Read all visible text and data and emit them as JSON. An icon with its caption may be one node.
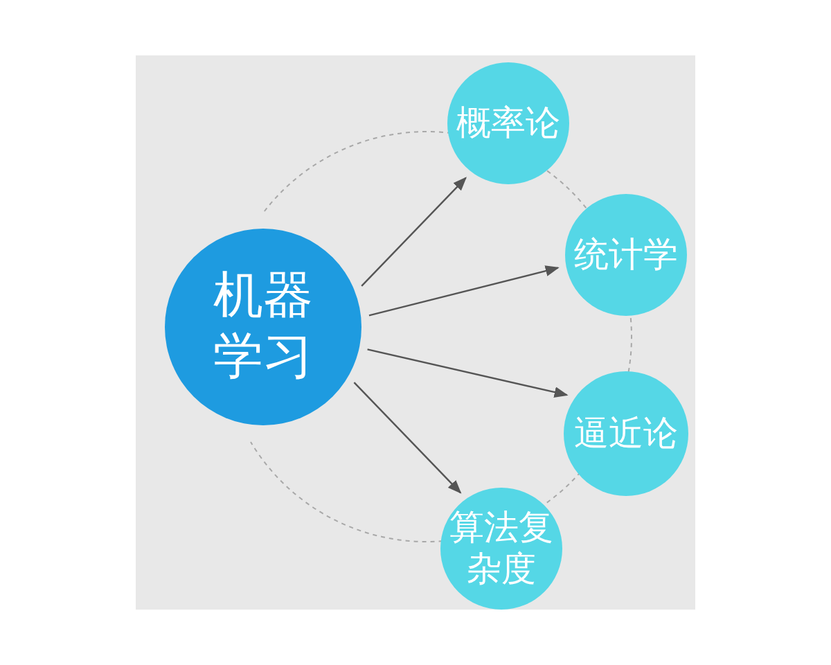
{
  "diagram": {
    "nodes": [
      {
        "text": [
          "机器学习"
        ]
      },
      {
        "text": [
          "概率论"
        ]
      },
      {
        "text": [
          "统计学"
        ]
      },
      {
        "text": [
          "逼近论"
        ]
      },
      {
        "text": [
          "算法复杂度"
        ]
      }
    ],
    "edges": [
      {
        "from": 0,
        "to": 1,
        "arrow": "to"
      },
      {
        "from": 0,
        "to": 2,
        "arrow": "to"
      },
      {
        "from": 0,
        "to": 3,
        "arrow": "to"
      },
      {
        "from": 0,
        "to": 4,
        "arrow": "to"
      }
    ]
  }
}
